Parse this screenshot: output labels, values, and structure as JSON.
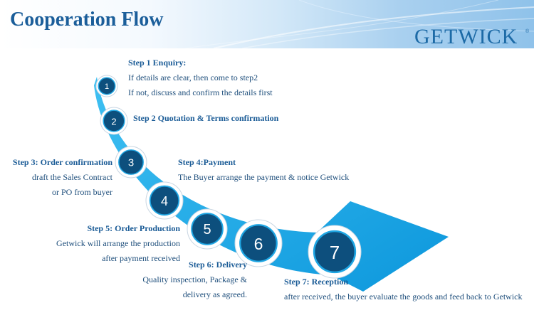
{
  "header": {
    "title": "Cooperation Flow",
    "brand": "GETWICK",
    "brand_mark": "®"
  },
  "colors": {
    "accent": "#1b5e9a",
    "arrow": "#1aa8e8",
    "circle": "#0d4f7d"
  },
  "steps": [
    {
      "number": "1",
      "title": "Step 1 Enquiry:",
      "lines": [
        "If details are clear, then come to step2",
        "If not, discuss and confirm the details first"
      ]
    },
    {
      "number": "2",
      "title": "Step 2 Quotation & Terms confirmation",
      "lines": []
    },
    {
      "number": "3",
      "title": "Step 3: Order confirmation",
      "lines": [
        "draft the Sales Contract",
        "or PO from buyer"
      ]
    },
    {
      "number": "4",
      "title": "Step 4:Payment",
      "lines": [
        "The Buyer arrange the payment & notice Getwick"
      ]
    },
    {
      "number": "5",
      "title": "Step 5: Order Production",
      "lines": [
        "Getwick will arrange the production",
        "after payment received"
      ]
    },
    {
      "number": "6",
      "title": "Step 6: Delivery",
      "lines": [
        "Quality inspection, Package &",
        "delivery as agreed."
      ]
    },
    {
      "number": "7",
      "title": "Step 7: Reception",
      "lines": [
        "after received, the buyer evaluate the goods and feed back to Getwick"
      ]
    }
  ]
}
